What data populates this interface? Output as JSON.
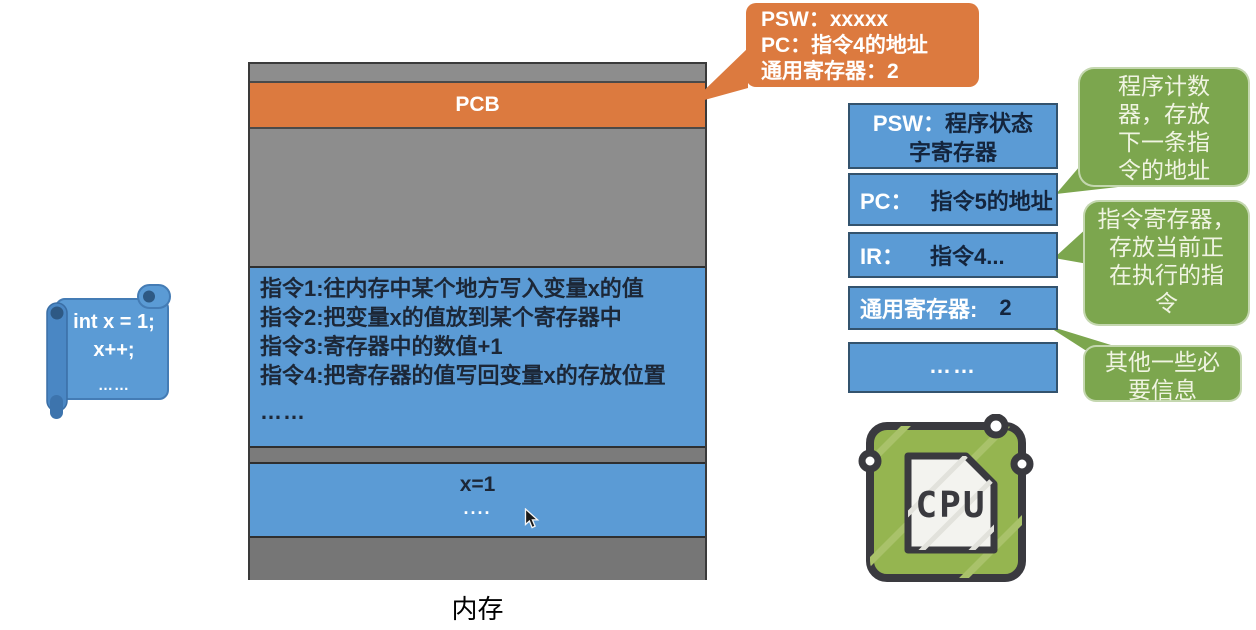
{
  "colors": {
    "blue": "#5b9bd5",
    "orange": "#dc7a3f",
    "gray": "#8d8d8d",
    "green": "#7ca64e",
    "dark_text": "#1c2737"
  },
  "memory": {
    "caption": "内存",
    "pcb": "PCB",
    "instructions": [
      "指令1:往内存中某个地方写入变量x的值",
      "指令2:把变量x的值放到某个寄存器中",
      "指令3:寄存器中的数值+1",
      "指令4:把寄存器的值写回变量x的存放位置",
      "……"
    ],
    "variable_block": {
      "value": "x=1",
      "dots": "...."
    }
  },
  "code_scroll": {
    "lines": [
      "int x = 1;",
      "x++;",
      "……"
    ]
  },
  "snapshot_callout": {
    "lines": [
      "PSW：xxxxx",
      "PC：指令4的地址",
      "通用寄存器：2"
    ]
  },
  "cpu": {
    "chip_label": "CPU",
    "registers": {
      "psw": {
        "label": "PSW：",
        "value_line1": "程序状态",
        "value_line2": "字寄存器"
      },
      "pc": {
        "label": "PC：",
        "value": "指令5的地址"
      },
      "ir": {
        "label": "IR：",
        "value": "指令4..."
      },
      "general": {
        "label": "通用寄存器:",
        "value": "2"
      },
      "more": {
        "dots": "……"
      }
    }
  },
  "notes": {
    "pc_note": {
      "lines": [
        "程序计数",
        "器，存放",
        "下一条指",
        "令的地址"
      ]
    },
    "ir_note": {
      "lines": [
        "指令寄存器，",
        "存放当前正",
        "在执行的指",
        "令"
      ]
    },
    "other_note": {
      "lines": [
        "其他一些必",
        "要信息"
      ]
    }
  }
}
